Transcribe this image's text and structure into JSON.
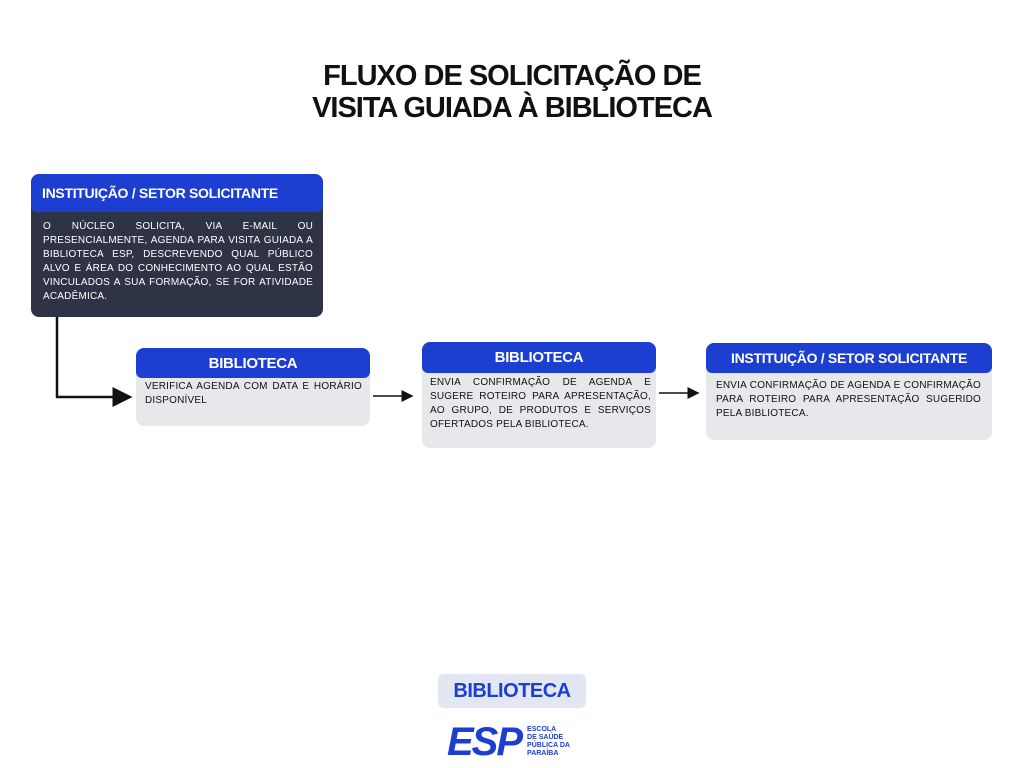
{
  "title": {
    "line1": "FLUXO DE SOLICITAÇÃO DE",
    "line2": "VISITA GUIADA À BIBLIOTECA"
  },
  "steps": [
    {
      "header": "INSTITUIÇÃO /  SETOR SOLICITANTE",
      "text": "O NÚCLEO SOLICITA, VIA E-MAIL OU PRESENCIALMENTE, AGENDA PARA VISITA GUIADA A BIBLIOTECA ESP, DESCREVENDO QUAL PÚBLICO ALVO E ÁREA DO CONHECIMENTO AO QUAL ESTÃO VINCULADOS A SUA FORMAÇÃO, SE FOR ATIVIDADE ACADÊMICA."
    },
    {
      "header": "BIBLIOTECA",
      "text": "VERIFICA AGENDA COM DATA E HORÁRIO DISPONÍVEL"
    },
    {
      "header": "BIBLIOTECA",
      "text": "ENVIA CONFIRMAÇÃO DE AGENDA E SUGERE ROTEIRO PARA APRESENTAÇÃO, AO GRUPO, DE PRODUTOS E SERVIÇOS OFERTADOS PELA BIBLIOTECA."
    },
    {
      "header": "INSTITUIÇÃO /  SETOR SOLICITANTE",
      "text": "ENVIA CONFIRMAÇÃO DE AGENDA E CONFIRMAÇÃO PARA ROTEIRO PARA APRESENTAÇÃO SUGERIDO PELA BIBLIOTECA."
    }
  ],
  "footer": {
    "badge": "BIBLIOTECA",
    "logo_text": "ESP",
    "logo_sub": [
      "ESCOLA",
      "DE SAÚDE",
      "PÚBLICA DA",
      "PARAÍBA"
    ]
  },
  "colors": {
    "header_blue": "#1c3fd1",
    "dark_box": "#2e3446",
    "light_box": "#e7e8ec"
  }
}
